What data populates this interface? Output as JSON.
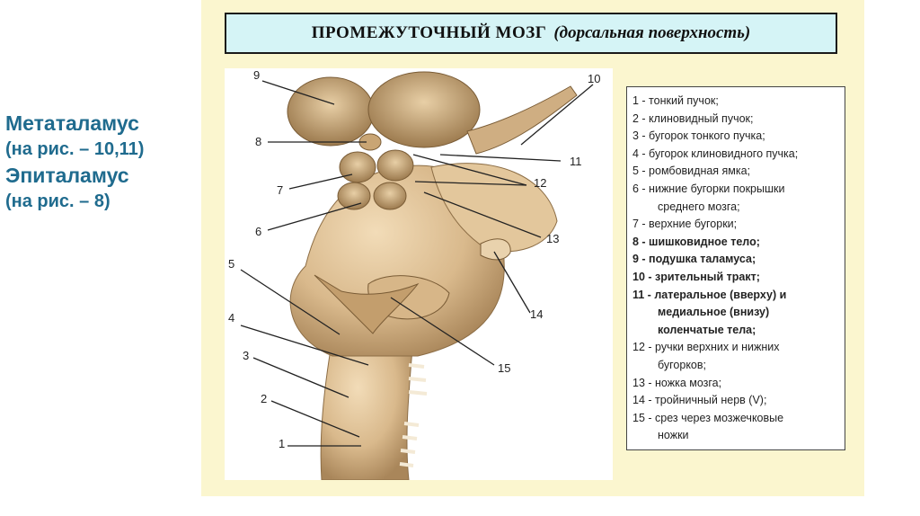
{
  "side": {
    "meta_title": "Метаталамус",
    "meta_ref": "(на рис. – 10,11)",
    "epi_title": "Эпиталамус",
    "epi_ref": "(на рис. – 8)"
  },
  "title": {
    "main": "ПРОМЕЖУТОЧНЫЙ МОЗГ",
    "sub": "(дорсальная поверхность)"
  },
  "figure_numbers": [
    "9",
    "10",
    "8",
    "11",
    "7",
    "12",
    "6",
    "13",
    "5",
    "14",
    "4",
    "15",
    "3",
    "2",
    "1"
  ],
  "legend": [
    {
      "line1": "1 - тонкий пучок;",
      "bold": false
    },
    {
      "line1": "2 - клиновидный пучок;",
      "bold": false
    },
    {
      "line1": "3 - бугорок тонкого пучка;",
      "bold": false
    },
    {
      "line1": "4 - бугорок клиновидного пучка;",
      "bold": false
    },
    {
      "line1": "5 - ромбовидная ямка;",
      "bold": false
    },
    {
      "line1": "6 - нижние бугорки покрышки",
      "line2": "среднего мозга;",
      "bold": false
    },
    {
      "line1": "7 - верхние бугорки;",
      "bold": false
    },
    {
      "line1": "8 - шишковидное тело;",
      "bold": true
    },
    {
      "line1": "9 - подушка таламуса;",
      "bold": true
    },
    {
      "line1": "10 - зрительный тракт;",
      "bold": true
    },
    {
      "line1": "11 - латеральное (вверху) и",
      "line2": "медиальное (внизу)",
      "line3": "коленчатые тела;",
      "bold": true
    },
    {
      "line1": "12 - ручки верхних и нижних",
      "line2": "бугорков;",
      "bold": false
    },
    {
      "line1": "13 - ножка мозга;",
      "bold": false
    },
    {
      "line1": "14 - тройничный нерв (V);",
      "bold": false
    },
    {
      "line1": "15 - срез через мозжечковые",
      "line2": "ножки",
      "bold": false
    }
  ]
}
